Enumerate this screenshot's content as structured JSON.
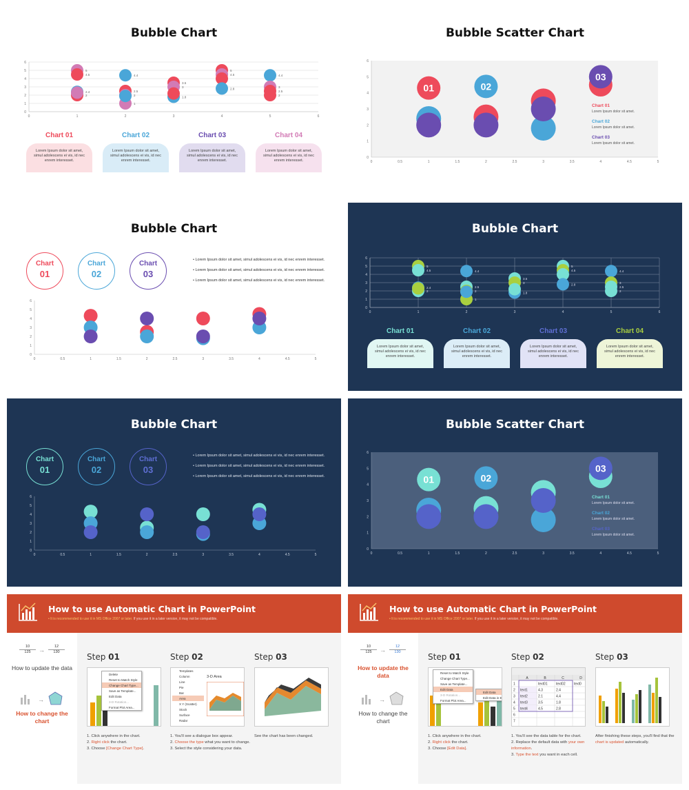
{
  "slides": {
    "s1": {
      "title": "Bubble Chart",
      "xticks": [
        "0",
        "1",
        "2",
        "3",
        "4",
        "5",
        "6"
      ],
      "yticks": [
        "0",
        "1",
        "2",
        "3",
        "4",
        "5",
        "6"
      ],
      "bubble_labels": [
        [
          "5",
          "4.5",
          "2.4",
          "2"
        ],
        [
          "4.4",
          "2.5",
          "2",
          "1"
        ],
        [
          "3.5",
          "3",
          "1.8"
        ],
        [
          "5",
          "4.5",
          "2.8"
        ],
        [
          "4.4",
          "3",
          "2.5",
          "2"
        ]
      ],
      "panels": [
        {
          "name": "Chart 01",
          "text": "Lorem Ipsum dolor sit amet, simul adolescens ei vis, id nec enrem interesset."
        },
        {
          "name": "Chart 02",
          "text": "Lorem Ipsum dolor sit amet, simul adolescens ei vis, id nec enrem interesset."
        },
        {
          "name": "Chart 03",
          "text": "Lorem Ipsum dolor sit amet, simul adolescens ei vis, id nec enrem interesset."
        },
        {
          "name": "Chart 04",
          "text": "Lorem Ipsum dolor sit amet, simul adolescens ei vis, id nec enrem interesset."
        }
      ]
    },
    "s2": {
      "title": "Bubble Scatter Chart",
      "xticks": [
        "0",
        "0.5",
        "1",
        "1.5",
        "2",
        "2.5",
        "3",
        "3.5",
        "4",
        "4.5",
        "5"
      ],
      "yticks": [
        "0",
        "1",
        "2",
        "3",
        "4",
        "5",
        "6"
      ],
      "bubble_nums": [
        "01",
        "02",
        "03"
      ],
      "legend": [
        {
          "name": "Chart 01",
          "text": "Lorem Ipsum dolor sit amet."
        },
        {
          "name": "Chart 02",
          "text": "Lorem Ipsum dolor sit amet."
        },
        {
          "name": "Chart 03",
          "text": "Lorem Ipsum dolor sit amet."
        }
      ]
    },
    "s3": {
      "title": "Bubble Chart",
      "circles": [
        {
          "a": "Chart",
          "b": "01"
        },
        {
          "a": "Chart",
          "b": "02"
        },
        {
          "a": "Chart",
          "b": "03"
        }
      ],
      "bullets": [
        "Lorem Ipsum dolor sit amet, simul adolescens ei vis, id nec enrem interesset.",
        "Lorem Ipsum dolor sit amet, simul adolescens ei vis, id nec enrem interesset.",
        "Lorem Ipsum dolor sit amet, simul adolescens ei vis, id nec enrem interesset."
      ],
      "xticks": [
        "0",
        "0.5",
        "1",
        "1.5",
        "2",
        "2.5",
        "3",
        "3.5",
        "4",
        "4.5",
        "5"
      ],
      "yticks": [
        "0",
        "1",
        "2",
        "3",
        "4",
        "5",
        "6"
      ]
    },
    "s4": {
      "title": "Bubble Chart",
      "xticks": [
        "0",
        "1",
        "2",
        "3",
        "4",
        "5",
        "6"
      ],
      "yticks": [
        "0",
        "1",
        "2",
        "3",
        "4",
        "5",
        "6"
      ],
      "bubble_labels": [
        [
          "5",
          "4.5",
          "2.4",
          "2"
        ],
        [
          "4.4",
          "2.5",
          "2",
          "1"
        ],
        [
          "3.5",
          "3",
          "1.8"
        ],
        [
          "5",
          "4.5",
          "2.8"
        ],
        [
          "4.4",
          "3",
          "2.5",
          "2"
        ]
      ],
      "panels": [
        {
          "name": "Chart 01",
          "text": "Lorem Ipsum dolor sit amet, simul adolescens ei vis, id nec enrem interesset."
        },
        {
          "name": "Chart 02",
          "text": "Lorem Ipsum dolor sit amet, simul adolescens ei vis, id nec enrem interesset."
        },
        {
          "name": "Chart 03",
          "text": "Lorem Ipsum dolor sit amet, simul adolescens ei vis, id nec enrem interesset."
        },
        {
          "name": "Chart 04",
          "text": "Lorem Ipsum dolor sit amet, simul adolescens ei vis, id nec enrem interesset."
        }
      ]
    },
    "s5": {
      "title": "Bubble Chart",
      "circles": [
        {
          "a": "Chart",
          "b": "01"
        },
        {
          "a": "Chart",
          "b": "02"
        },
        {
          "a": "Chart",
          "b": "03"
        }
      ],
      "bullets": [
        "Lorem Ipsum dolor sit amet, simul adolescens ei vis, id nec enrem interesset.",
        "Lorem Ipsum dolor sit amet, simul adolescens ei vis, id nec enrem interesset.",
        "Lorem Ipsum dolor sit amet, simul adolescens ei vis, id nec enrem interesset."
      ],
      "xticks": [
        "0",
        "0.5",
        "1",
        "1.5",
        "2",
        "2.5",
        "3",
        "3.5",
        "4",
        "4.5",
        "5"
      ],
      "yticks": [
        "0",
        "1",
        "2",
        "3",
        "4",
        "5",
        "6"
      ]
    },
    "s6": {
      "title": "Bubble Scatter Chart",
      "xticks": [
        "0",
        "0.5",
        "1",
        "1.5",
        "2",
        "2.5",
        "3",
        "3.5",
        "4",
        "4.5",
        "5"
      ],
      "yticks": [
        "0",
        "1",
        "2",
        "3",
        "4",
        "5",
        "6"
      ],
      "bubble_nums": [
        "01",
        "02",
        "03"
      ],
      "legend": [
        {
          "name": "Chart 01",
          "text": "Lorem Ipsum dolor sit amet."
        },
        {
          "name": "Chart 02",
          "text": "Lorem Ipsum dolor sit amet."
        },
        {
          "name": "Chart 03",
          "text": "Lorem Ipsum dolor sit amet."
        }
      ]
    }
  },
  "howto": {
    "title": "How to use Automatic Chart in PowerPoint",
    "sub_hl": "• It is recommended to use it in MS Office 2007 or later.",
    "sub_rest": "If you use it in a later version, it may not be compatible.",
    "nums": {
      "a": "10",
      "b": "12",
      "c": "125",
      "d": "130"
    },
    "update_label": "How to update the data",
    "change_label": "How to change the chart",
    "left": {
      "steps": [
        {
          "n": "Step",
          "b": "01"
        },
        {
          "n": "Step",
          "b": "02"
        },
        {
          "n": "Step",
          "b": "03"
        }
      ],
      "menu": [
        "Delete",
        "Reset to Match Style",
        "Change Chart Type...",
        "Save as Template...",
        "Edit Data",
        "3-D Rotation...",
        "Format Plot Area..."
      ],
      "types": [
        "Templates",
        "Column",
        "Line",
        "Pie",
        "Bar",
        "Area",
        "X Y (Scatter)",
        "Stock",
        "Surface",
        "Radar"
      ],
      "area_title": "3-D Area",
      "t1": [
        "1. Click anywhere in the chart.",
        "2. ",
        "Right click",
        " the chart.",
        "3. Choose ",
        "[Change Chart Type]",
        "."
      ],
      "t2": [
        "1. You'll see a dialogue box appear.",
        "2. ",
        "Choose the type",
        " what you want to change.",
        "3. Select the style considering your data."
      ],
      "t3": "See the chart has been changed."
    },
    "right": {
      "steps": [
        {
          "n": "Step",
          "b": "01"
        },
        {
          "n": "Step",
          "b": "02"
        },
        {
          "n": "Step",
          "b": "03"
        }
      ],
      "menu": [
        "Reset to Match Style",
        "Change Chart Type...",
        "Save as Template...",
        "Edit Data",
        "3-D Rotation...",
        "Format Plot Area..."
      ],
      "submenu": [
        "Edit Data",
        "Edit Data in Excel"
      ],
      "sheet_head": [
        "",
        "A",
        "B",
        "C",
        "D"
      ],
      "sheet_rows": [
        [
          "1",
          "",
          "text01",
          "text02",
          "text0"
        ],
        [
          "2",
          "text1",
          "4.3",
          "2.4",
          ""
        ],
        [
          "3",
          "text2",
          "2.1",
          "4.4",
          ""
        ],
        [
          "4",
          "text3",
          "3.5",
          "1.8",
          ""
        ],
        [
          "5",
          "text4",
          "4.5",
          "2.8",
          ""
        ],
        [
          "6",
          "",
          "",
          "",
          ""
        ],
        [
          "7",
          "",
          "",
          "",
          ""
        ]
      ],
      "t1": [
        "1. Click anywhere in the chart.",
        "2. ",
        "Right click",
        " the chart.",
        "3. Choose ",
        "[Edit Data]",
        "."
      ],
      "t2": [
        "1. You'll see the data table for the chart.",
        "2. Replace the default data with ",
        "your own information",
        ".",
        "3. ",
        "Type the text",
        " you want in each cell."
      ],
      "t3": [
        "After finishing these steps, you'll find that the ",
        "chart is updated",
        " automatically."
      ]
    }
  },
  "colors": {
    "red": "#ee4a5b",
    "blue": "#4aa6d8",
    "purple": "#6a4db0",
    "pink": "#d27bb5",
    "dark": "#1e3554",
    "orange": "#cf4a2d",
    "green": "#a9cf3f",
    "teal": "#78e0d4",
    "indigo": "#5563c9"
  }
}
